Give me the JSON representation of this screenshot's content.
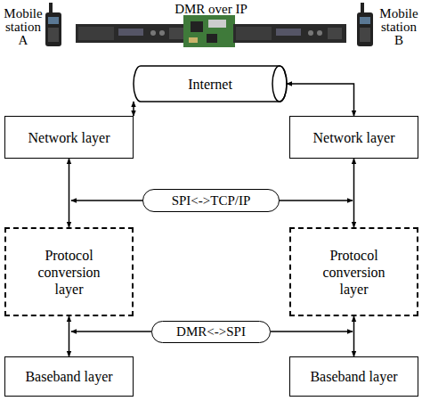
{
  "diagram": {
    "title": "DMR over IP",
    "nodes": [
      {
        "text": [
          "Internet"
        ]
      },
      {
        "text": [
          "Network layer"
        ]
      },
      {
        "text": [
          "Network layer"
        ]
      },
      {
        "text": [
          "SPI<->TCP/IP"
        ]
      },
      {
        "text": [
          "Protocol conversion layer"
        ]
      },
      {
        "text": [
          "Protocol conversion layer"
        ]
      },
      {
        "text": [
          "DMR<->SPI"
        ]
      },
      {
        "text": [
          "Baseband layer"
        ]
      },
      {
        "text": [
          "Baseband layer"
        ]
      }
    ],
    "edges": [
      {
        "from": 0,
        "to": 1,
        "arrow": "both"
      },
      {
        "from": 0,
        "to": 2,
        "arrow": "both"
      },
      {
        "from": 1,
        "to": 4,
        "arrow": "both"
      },
      {
        "from": 2,
        "to": 5,
        "arrow": "both"
      },
      {
        "from": 4,
        "to": 7,
        "arrow": "both"
      },
      {
        "from": 5,
        "to": 8,
        "arrow": "both"
      }
    ],
    "labels": [
      "Mobile station A",
      "Mobile station B"
    ]
  }
}
